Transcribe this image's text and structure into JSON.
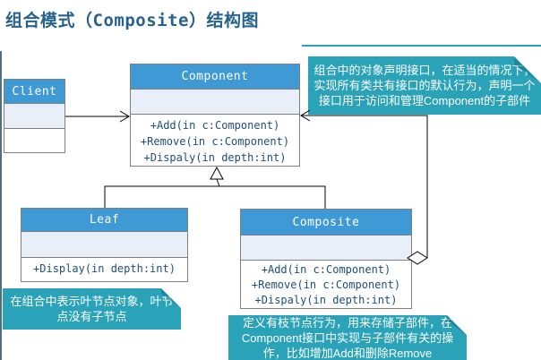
{
  "title": "组合模式（Composite）结构图",
  "diagram": {
    "classes": {
      "client": {
        "name": "Client",
        "methods": []
      },
      "component": {
        "name": "Component",
        "methods": [
          "+Add(in c:Component)",
          "+Remove(in c:Component)",
          "+Dispaly(in depth:int)"
        ]
      },
      "leaf": {
        "name": "Leaf",
        "methods": [
          "+Display(in depth:int)"
        ]
      },
      "composite": {
        "name": "Composite",
        "methods": [
          "+Add(in c:Component)",
          "+Remove(in c:Component)",
          "+Dispaly(in depth:int)"
        ]
      }
    },
    "relations": [
      "Client -> Component (association arrow)",
      "Leaf -|> Component (generalization)",
      "Composite -|> Component (generalization)",
      "Composite <>- Component (aggregation, hollow diamond)"
    ]
  },
  "callouts": {
    "component_note": {
      "lines": [
        "组合中的对象声明接口，在适当的情况下，",
        "实现所有类共有接口的默认行为，声明一个",
        "接口用于访问和管理Component的子部件"
      ]
    },
    "leaf_note": {
      "lines": [
        "在组合中表示叶节点对象，叶节",
        "点没有子节点"
      ]
    },
    "composite_note": {
      "lines": [
        "定义有枝节点行为，用来存储子部件，在",
        "Component接口中实现与子部件有关的操",
        "作，比如增加Add和删除Remove"
      ]
    }
  },
  "colors": {
    "class_header_blue": "#3E99D5",
    "class_attrs_light": "#E9EFF9",
    "callout_teal": "#2AA2B7",
    "method_text_navy": "#1F4E79",
    "title_blue": "#27618E",
    "border_gray": "#7F7F7F"
  }
}
